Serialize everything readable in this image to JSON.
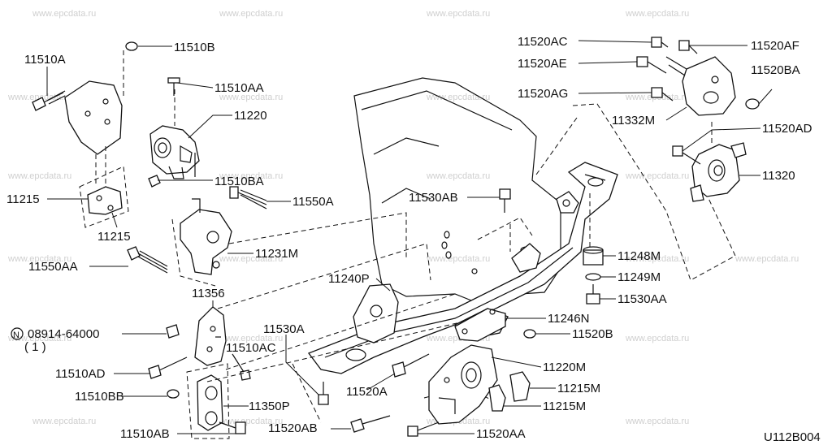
{
  "watermarks": [
    "www.epcdata.ru",
    "www.epcdata.ru",
    "www.epcdata.ru",
    "www.epcdata.ru",
    "www.epcdata.ru",
    "www.epcdata.ru",
    "www.epcdata.ru",
    "www.epcdata.ru",
    "www.epcdata.ru",
    "www.epcdata.ru",
    "www.epcdata.ru",
    "www.epcdata.ru",
    "www.epcdata.ru",
    "www.epcdata.ru",
    "www.epcdata.ru",
    "www.epcdata.ru",
    "www.epcdata.ru",
    "www.epcdata.ru",
    "www.epcdata.ru",
    "www.epcdata.ru",
    "www.epcdata.ru",
    "www.epcdata.ru",
    "www.epcdata.ru",
    "www.epcdata.ru",
    "www.epcdata.ru"
  ],
  "labels": {
    "p11510A": "11510A",
    "p11510B": "11510B",
    "p11510AA": "11510AA",
    "p11220": "11220",
    "p11510BA": "11510BA",
    "p11215a": "11215",
    "p11215b": "11215",
    "p11550A": "11550A",
    "p11550AA": "11550AA",
    "p11231M": "11231M",
    "p11356": "11356",
    "p08914": "08914-64000",
    "p08914_qty": "( 1 )",
    "p08914_mark": "N",
    "p11510AC": "11510AC",
    "p11510AD": "11510AD",
    "p11510BB": "11510BB",
    "p11350P": "11350P",
    "p11510AB": "11510AB",
    "p11530A": "11530A",
    "p11520AB": "11520AB",
    "p11520A": "11520A",
    "p11240P": "11240P",
    "p11530AB": "11530AB",
    "p11520AC": "11520AC",
    "p11520AE": "11520AE",
    "p11520AG": "11520AG",
    "p11520AF": "11520AF",
    "p11520BA": "11520BA",
    "p11332M": "11332M",
    "p11520AD": "11520AD",
    "p11320": "11320",
    "p11248M": "11248M",
    "p11249M": "11249M",
    "p11530AA": "11530AA",
    "p11246N": "11246N",
    "p11520B": "11520B",
    "p11220M": "11220M",
    "p11215Ma": "11215M",
    "p11215Mb": "11215M",
    "p11520AA": "11520AA",
    "drawing_code": "U112B004"
  }
}
